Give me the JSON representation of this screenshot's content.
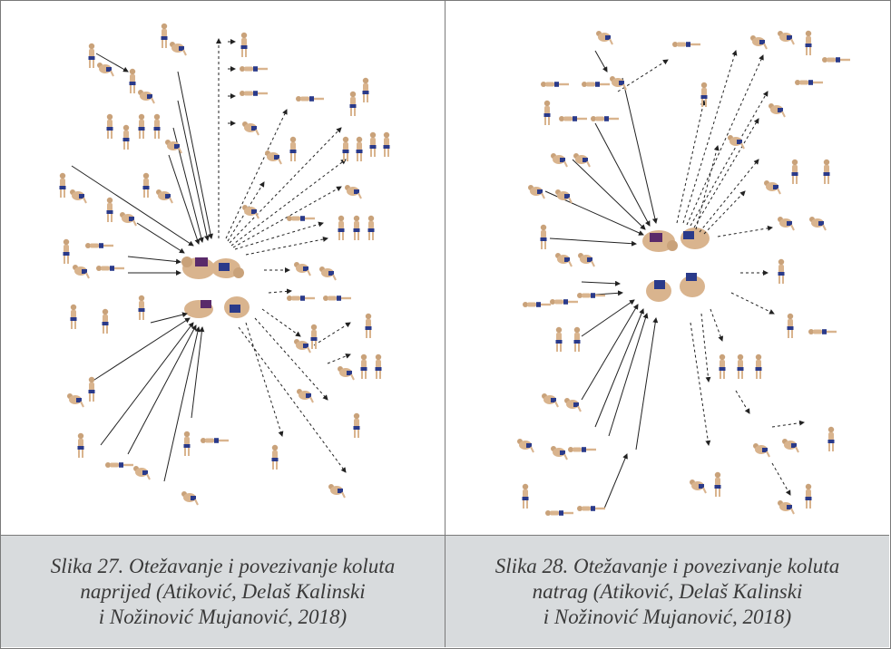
{
  "figures": [
    {
      "caption_lines": [
        "Slika 27. Otežavanje i povezivanje koluta",
        "naprijed (Atiković, Delaš Kalinski",
        "i Nožinović Mujanović, 2018)"
      ],
      "caption_bg": "#d8dbdd"
    },
    {
      "caption_lines": [
        "Slika 28. Otežavanje i povezivanje koluta",
        "natrag (Atiković, Delaš Kalinski",
        "i Nožinović Mujanović, 2018)"
      ],
      "caption_bg": "#d8dbdd"
    }
  ],
  "colors": {
    "skin": "#d9b48e",
    "shorts_blue": "#2a3a8a",
    "shorts_purple": "#5a2a6a",
    "arrow": "#222222"
  }
}
